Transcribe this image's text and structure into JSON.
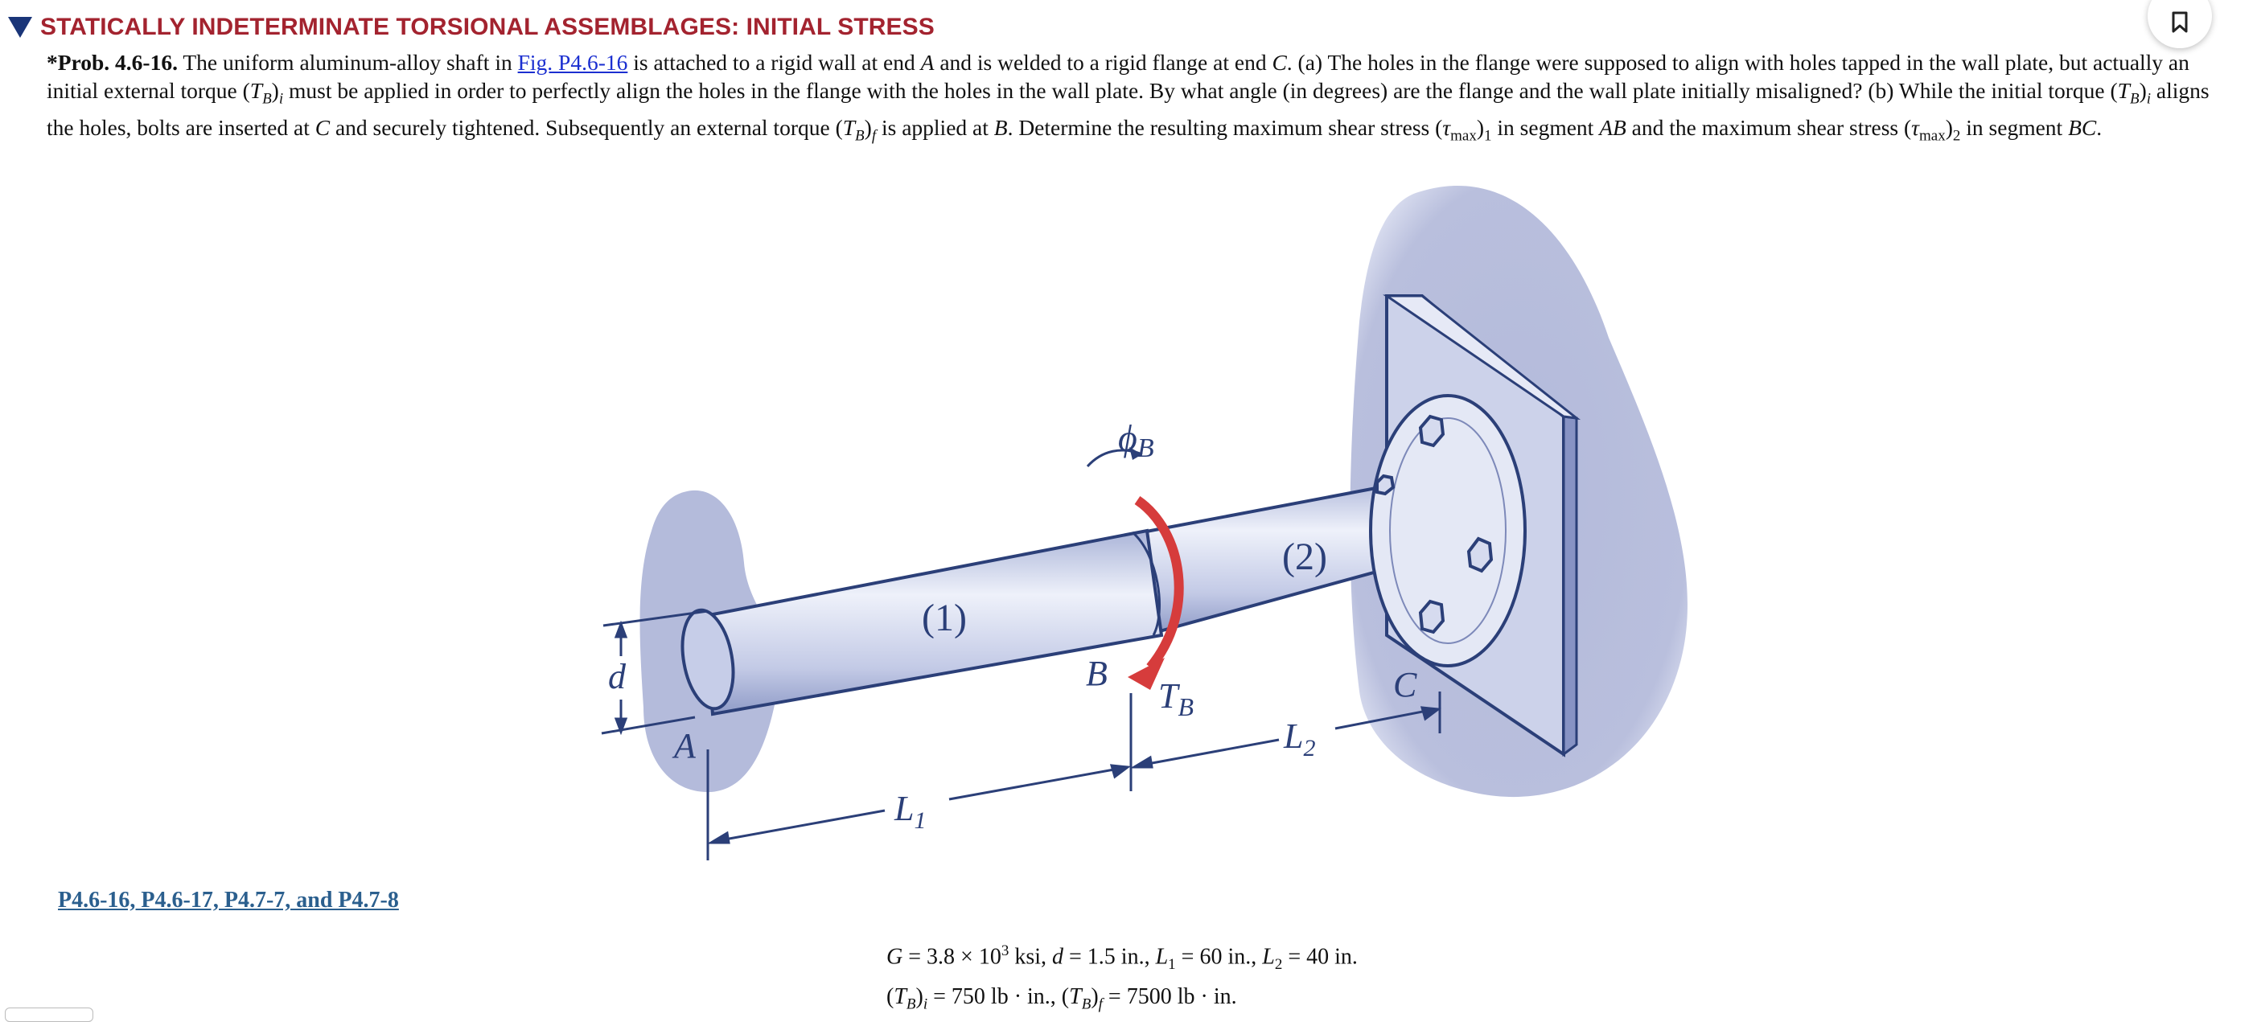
{
  "section": {
    "title": "STATICALLY INDETERMINATE TORSIONAL ASSEMBLAGES: INITIAL STRESS",
    "bookmark_icon": "bookmark-icon"
  },
  "problem": {
    "label": "*Prob. 4.6-16.",
    "t1": " The uniform aluminum-alloy shaft in ",
    "link": "Fig. P4.6-16",
    "t2": " is attached to a rigid wall at end ",
    "A": "A",
    "t3": " and is welded to a rigid flange at end ",
    "C": "C",
    "t4": ". (a) The holes in the flange were supposed to align with holes tapped in the wall plate, but actually an initial external torque ",
    "TBi": "(TB)i",
    "t5": " must be applied in order to perfectly align the holes in the flange with the holes in the wall plate. By what angle (in degrees) are the flange and the wall plate initially misaligned? (b) While the initial torque ",
    "t6": " aligns the holes, bolts are inserted at ",
    "t7": " and securely tightened. Subsequently an external torque ",
    "TBf": "(TB)f",
    "t8": " is applied at ",
    "B": "B",
    "t9": ". Determine the resulting maximum shear stress ",
    "tau1": "(τmax)1",
    "t10": " in segment ",
    "AB": "AB",
    "t11": " and the maximum shear stress ",
    "tau2": "(τmax)2",
    "t12": " in segment ",
    "BC": "BC",
    "t13": "."
  },
  "figure": {
    "label_d": "d",
    "label_A": "A",
    "label_1": "(1)",
    "label_B": "B",
    "label_TB": "TB",
    "label_phiB": "ϕB",
    "label_2": "(2)",
    "label_C": "C",
    "label_L1": "L1",
    "label_L2": "L2",
    "colors": {
      "wall": "#b9bfdc",
      "shaft": "#c9d0ea",
      "outline": "#2b3f78",
      "torque": "#d63c3c"
    }
  },
  "figure_link": "P4.6-16, P4.6-17, P4.7-7, and P4.7-8",
  "given": {
    "line1": "G = 3.8 × 10³ ksi, d = 1.5 in., L₁ = 60 in., L₂ = 40 in.",
    "line2": "(TB)i = 750 lb · in., (TB)f = 7500 lb · in."
  }
}
